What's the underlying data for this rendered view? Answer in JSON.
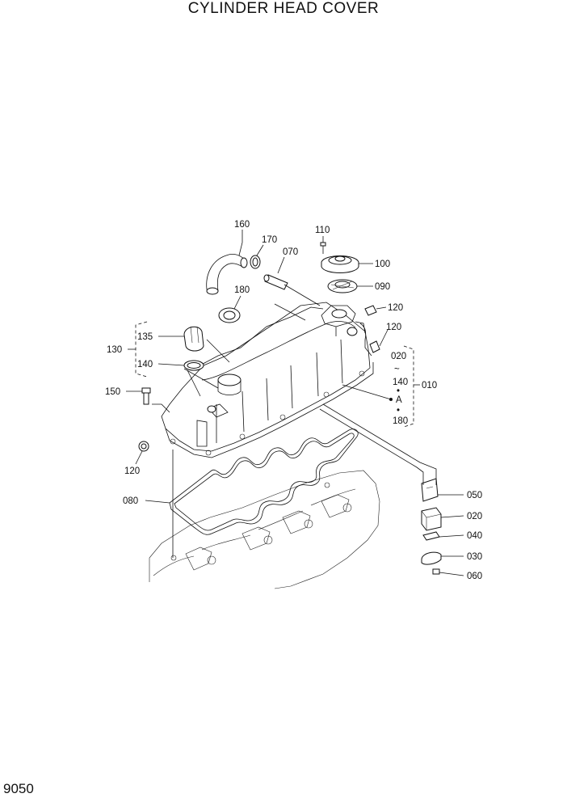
{
  "title": "CYLINDER HEAD COVER",
  "page_number": "9050",
  "callouts": {
    "c160": "160",
    "c170": "170",
    "c070": "070",
    "c110": "110",
    "c100": "100",
    "c090": "090",
    "c180": "180",
    "c120a": "120",
    "c120b": "120",
    "c120c": "120",
    "c135": "135",
    "c130": "130",
    "c140": "140",
    "c150": "150",
    "c020": "020",
    "c140r": "140",
    "cA": "A",
    "c180r": "180",
    "c010": "010",
    "c080": "080",
    "c050": "050",
    "c020b": "020",
    "c040": "040",
    "c030": "030",
    "c060": "060"
  },
  "range_symbols": {
    "tilde": "~",
    "dot1": "•",
    "dot2": "•"
  }
}
